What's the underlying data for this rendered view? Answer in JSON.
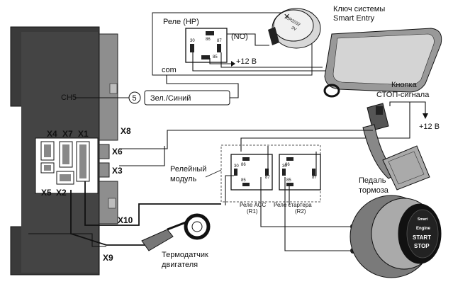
{
  "labels": {
    "relay_np": "Реле (НР)",
    "no": "(NO)",
    "com": "com",
    "plus12_top": "+12 В",
    "plus12_right": "+12 В",
    "key_line1": "Ключ системы",
    "key_line2": "Smart Entry",
    "button_line1": "Кнопка",
    "button_line2": "СТОП-сигнала",
    "ch5": "CH5",
    "circle_num": "5",
    "wire_color": "Зел./Синий",
    "x8": "X8",
    "x6": "X6",
    "x3": "X3",
    "x10": "X10",
    "x9": "X9",
    "x4": "X4",
    "x7": "X7",
    "x1": "X1",
    "x5": "X5",
    "x2": "X2",
    "relay_module_line1": "Релейный",
    "relay_module_line2": "модуль",
    "relay_acc_line1": "Реле АСС",
    "relay_acc_line2": "(R1)",
    "relay_starter_line1": "Реле стартера",
    "relay_starter_line2": "(R2)",
    "pedal_line1": "Педаль",
    "pedal_line2": "тормоза",
    "thermo_line1": "Термодатчик",
    "thermo_line2": "двигателя",
    "battery_text1": "CR2032",
    "battery_text2": "3V",
    "btn_engine": "Engine",
    "btn_start": "START",
    "btn_stop": "STOP",
    "btn_top": "Smart"
  },
  "relay_pins": {
    "p86": "86",
    "p85": "85",
    "p30": "30",
    "p87": "87"
  }
}
